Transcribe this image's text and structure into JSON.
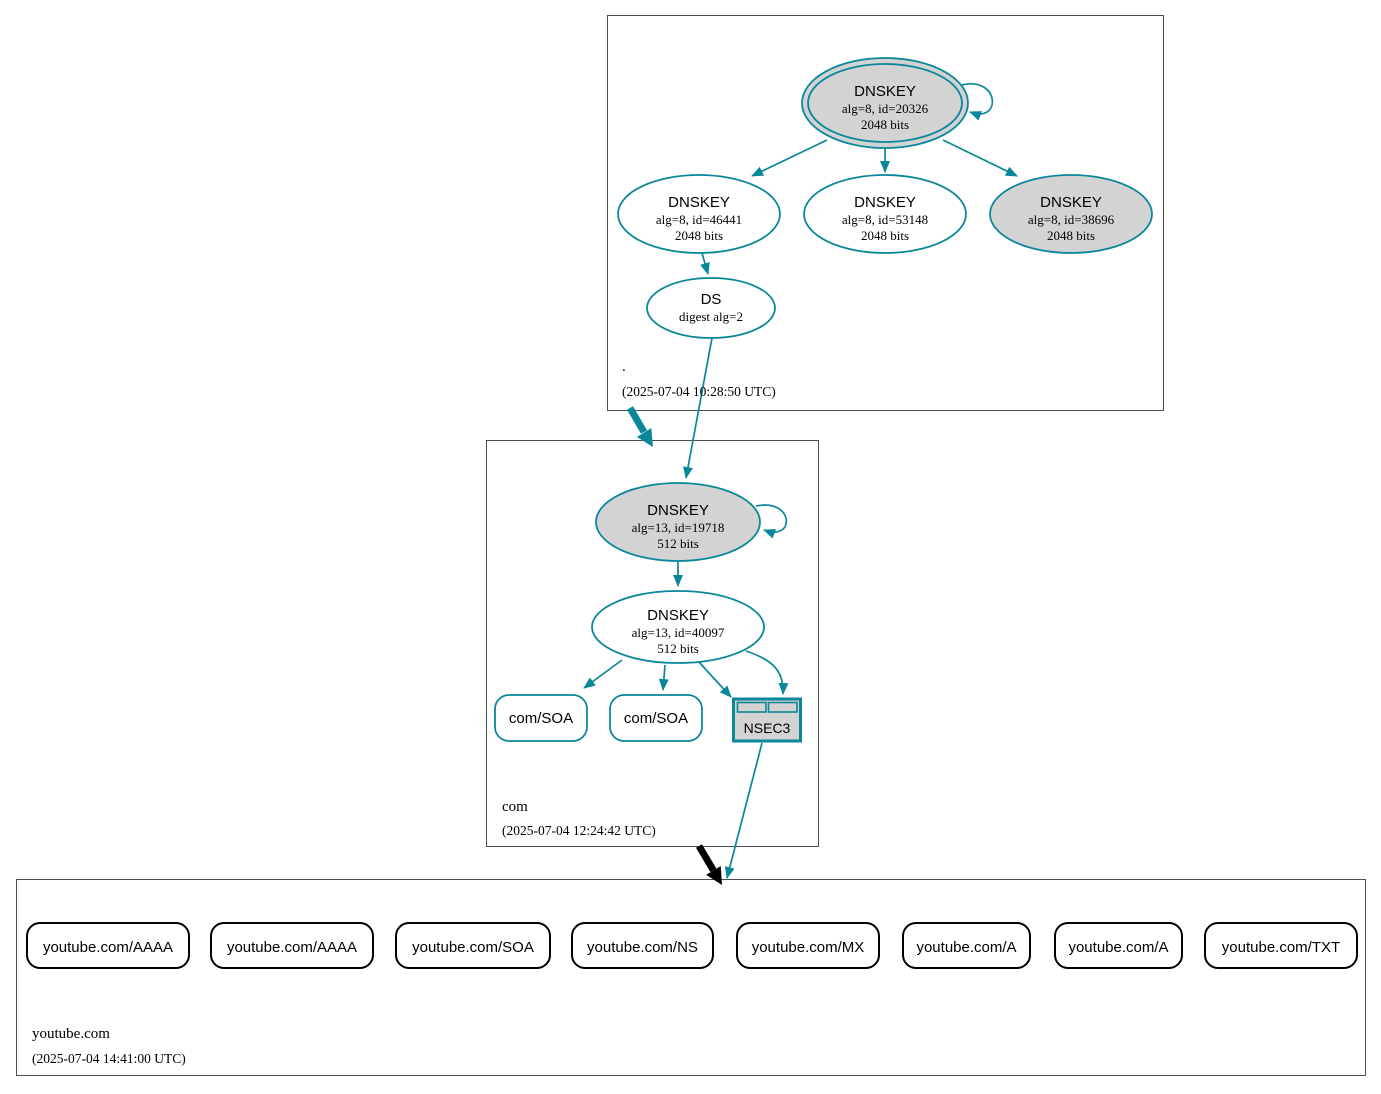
{
  "colors": {
    "secure_edge": "#0a879a",
    "insecure_edge": "#000000",
    "node_fill_gray": "#d3d3d3",
    "node_fill_white": "#ffffff",
    "zone_border": "#4d4d4d"
  },
  "zones": {
    "root": {
      "label": ".",
      "timestamp": "(2025-07-04 10:28:50 UTC)",
      "ksk": {
        "title": "DNSKEY",
        "alg": "alg=8, id=20326",
        "bits": "2048 bits"
      },
      "zsk1": {
        "title": "DNSKEY",
        "alg": "alg=8, id=46441",
        "bits": "2048 bits"
      },
      "zsk2": {
        "title": "DNSKEY",
        "alg": "alg=8, id=53148",
        "bits": "2048 bits"
      },
      "zsk3": {
        "title": "DNSKEY",
        "alg": "alg=8, id=38696",
        "bits": "2048 bits"
      },
      "ds": {
        "title": "DS",
        "detail": "digest alg=2"
      }
    },
    "com": {
      "label": "com",
      "timestamp": "(2025-07-04 12:24:42 UTC)",
      "ksk": {
        "title": "DNSKEY",
        "alg": "alg=13, id=19718",
        "bits": "512 bits"
      },
      "zsk": {
        "title": "DNSKEY",
        "alg": "alg=13, id=40097",
        "bits": "512 bits"
      },
      "soa1": {
        "label": "com/SOA"
      },
      "soa2": {
        "label": "com/SOA"
      },
      "nsec3": {
        "label": "NSEC3"
      }
    },
    "youtube": {
      "label": "youtube.com",
      "timestamp": "(2025-07-04 14:41:00 UTC)",
      "rrsets": [
        {
          "label": "youtube.com/AAAA"
        },
        {
          "label": "youtube.com/AAAA"
        },
        {
          "label": "youtube.com/SOA"
        },
        {
          "label": "youtube.com/NS"
        },
        {
          "label": "youtube.com/MX"
        },
        {
          "label": "youtube.com/A"
        },
        {
          "label": "youtube.com/A"
        },
        {
          "label": "youtube.com/TXT"
        }
      ]
    }
  }
}
